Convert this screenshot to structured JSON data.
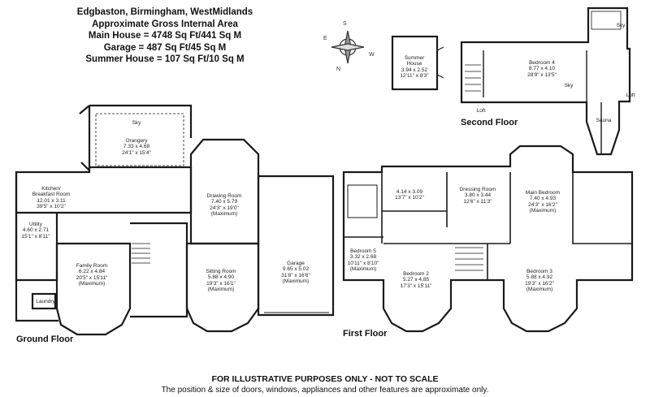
{
  "header": {
    "location": "Edgbaston, Birmingham, WestMidlands",
    "area_title": "Approximate Gross Internal Area",
    "main_house": "Main House = 4748 Sq Ft/441 Sq M",
    "garage": "Garage = 487 Sq Ft/45 Sq M",
    "summer_house": "Summer House = 107 Sq Ft/10 Sq M"
  },
  "compass": {
    "n": "N",
    "s": "S",
    "e": "E",
    "w": "W"
  },
  "floors": {
    "ground": "Ground Floor",
    "first": "First Floor",
    "second": "Second Floor"
  },
  "rooms": {
    "orangery": {
      "name": "Orangery",
      "size": "7.33 x 4.68",
      "imperial": "24'1\" x 15'4\""
    },
    "sky_orangery": "Sky",
    "kitchen": {
      "name": "Kitchen/",
      "name2": "Breakfast Room",
      "size": "12.01 x 3.11",
      "imperial": "39'5\" x 10'2\""
    },
    "utility": {
      "name": "Utility",
      "size": "4.60 x 2.71",
      "imperial": "15'1\" x 8'11\""
    },
    "family": {
      "name": "Family Room",
      "size": "6.22 x 4.84",
      "imperial": "20'5\" x 15'11\"",
      "note": "(Maximum)"
    },
    "laundry": "Laundry",
    "drawing": {
      "name": "Drawing Room",
      "size": "7.40 x 5.79",
      "imperial": "24'3\" x 19'0\"",
      "note": "(Maximum)"
    },
    "sitting": {
      "name": "Sitting Room",
      "size": "5.88 x 4.90",
      "imperial": "19'3\" x 16'1\"",
      "note": "(Maximum)"
    },
    "garage": {
      "name": "Garage",
      "size": "9.65 x 5.02",
      "imperial": "31'8\" x 16'6\"",
      "note": "(Maximum)"
    },
    "summerhouse": {
      "name": "Summer",
      "name2": "House",
      "size": "3.94 x 2.52",
      "imperial": "12'11\" x 8'3\""
    },
    "bedroom4": {
      "name": "Bedroom 4",
      "size": "8.77 x 4.10",
      "imperial": "28'9\" x 13'5\""
    },
    "sky_bed4": "Sky",
    "sky_top": "Sky",
    "loft_left": "Loft",
    "loft_right": "Loft",
    "sauna": "Sauna",
    "room_414": {
      "size": "4.14 x 3.09",
      "imperial": "13'7\" x 10'2\""
    },
    "dressing": {
      "name": "Dressing Room",
      "size": "3.80 x 3.44",
      "imperial": "12'6\" x 11'3\""
    },
    "main_bed": {
      "name": "Main Bedroom",
      "size": "7.40 x 4.93",
      "imperial": "24'3\" x 16'2\"",
      "note": "(Maximum)"
    },
    "bedroom5": {
      "name": "Bedroom 5",
      "size": "3.32 x 2.68",
      "imperial": "10'11\" x 8'10\"",
      "note": "(Maximum)"
    },
    "bedroom2": {
      "name": "Bedroom 2",
      "size": "5.27 x 4.85",
      "imperial": "17'3\" x 15'11\""
    },
    "bedroom3": {
      "name": "Bedroom 3",
      "size": "5.88 x 4.92",
      "imperial": "19'3\" x 16'2\"",
      "note": "(Maximum)"
    }
  },
  "footer": {
    "line1": "FOR ILLUSTRATIVE PURPOSES ONLY - NOT TO SCALE",
    "line2": "The position & size of doors, windows, appliances and other features are approximate only."
  }
}
